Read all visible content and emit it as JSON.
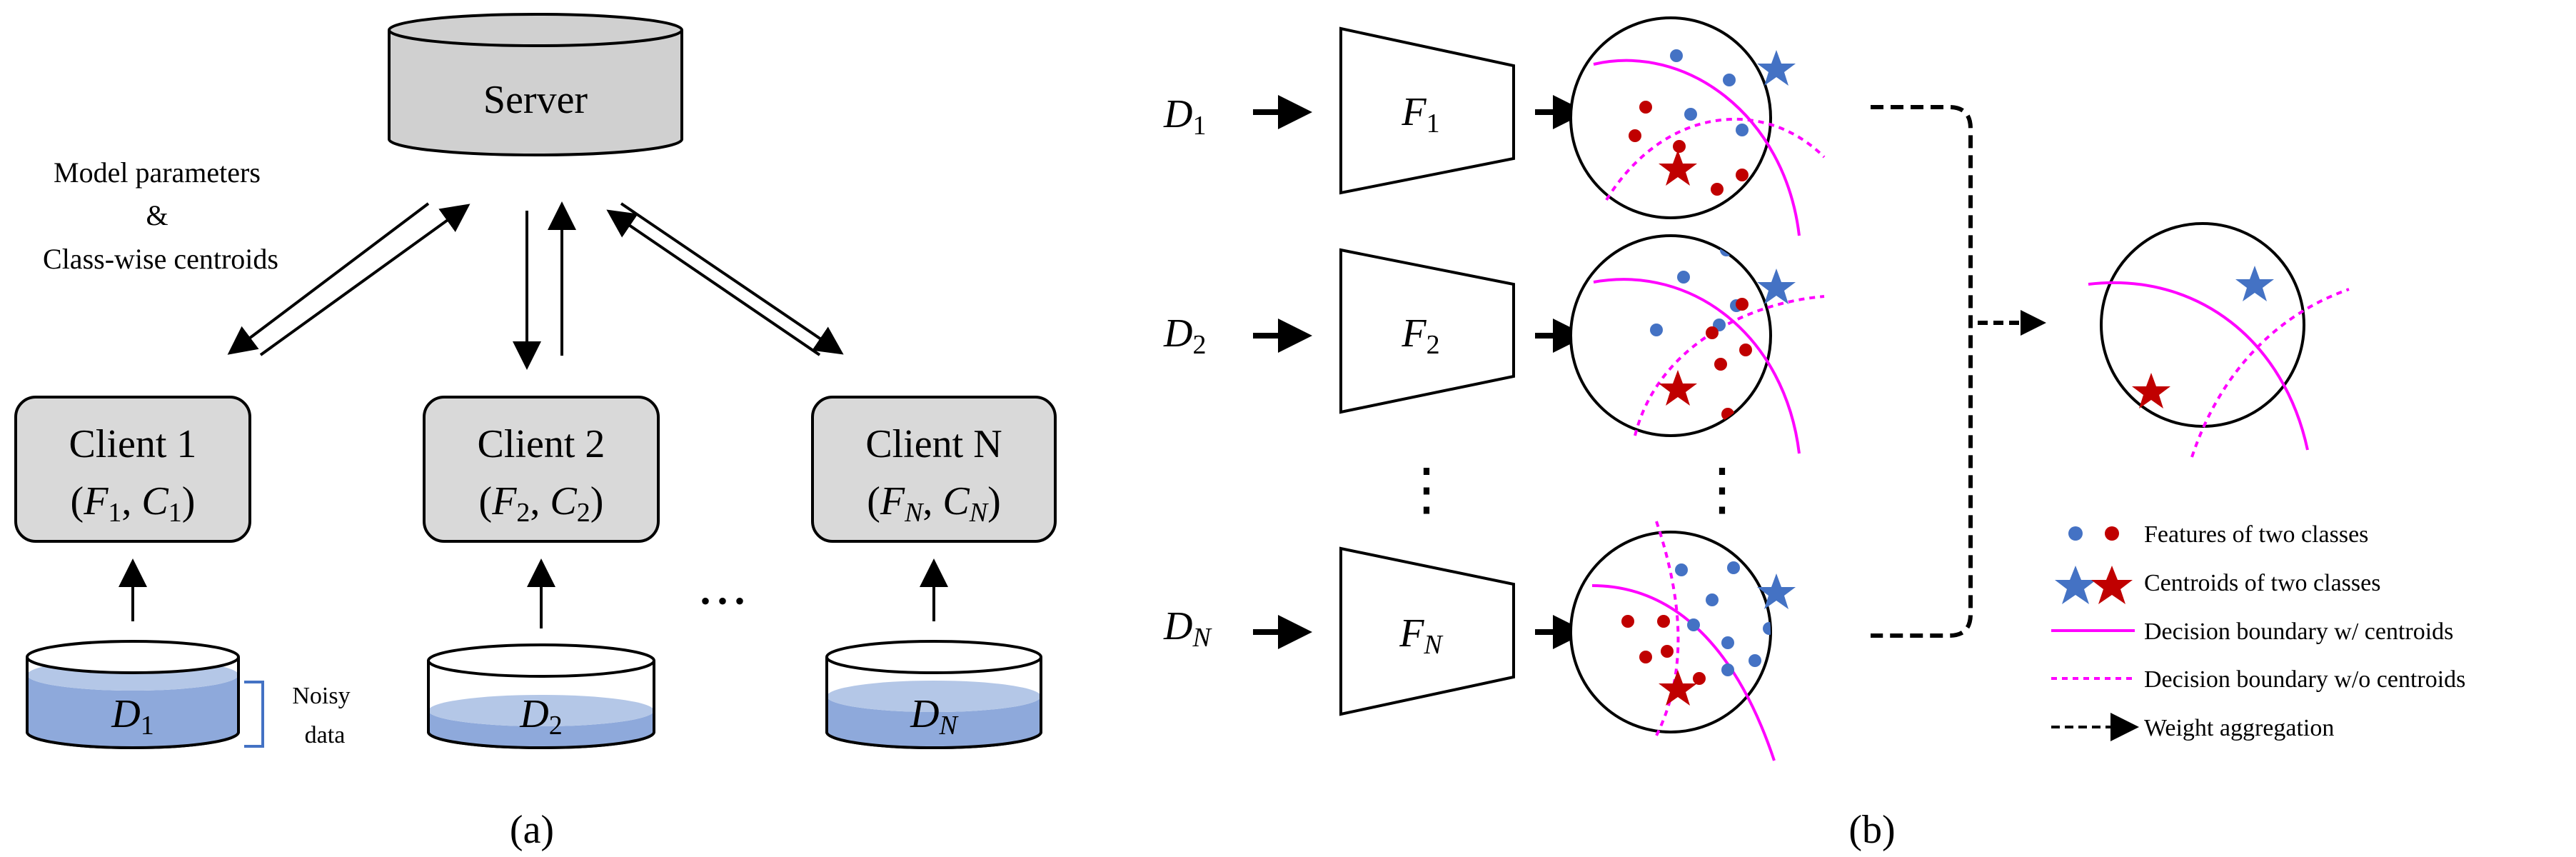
{
  "panel_a": {
    "server_label": "Server",
    "comm_label": {
      "line1": "Model parameters",
      "line2": "&",
      "line3": "Class-wise centroids"
    },
    "clients": [
      {
        "name": "Client 1",
        "F": "F",
        "C": "C",
        "sub": "1"
      },
      {
        "name": "Client 2",
        "F": "F",
        "C": "C",
        "sub": "2"
      },
      {
        "name": "Client N",
        "F": "F",
        "C": "C",
        "sub": "N"
      }
    ],
    "datasets": [
      {
        "D": "D",
        "sub": "1"
      },
      {
        "D": "D",
        "sub": "2"
      },
      {
        "D": "D",
        "sub": "N"
      }
    ],
    "ellipsis": "• • •",
    "noisy_label": {
      "line1": "Noisy",
      "line2": "data"
    },
    "caption": "(a)"
  },
  "panel_b": {
    "rows": [
      {
        "D": "D",
        "F": "F",
        "sub": "1"
      },
      {
        "D": "D",
        "F": "F",
        "sub": "2"
      },
      {
        "D": "D",
        "F": "F",
        "sub": "N"
      }
    ],
    "vdots": "⋮",
    "legend": {
      "features": "Features of two classes",
      "centroids": "Centroids of two classes",
      "boundary_with": "Decision boundary w/ centroids",
      "boundary_without": "Decision boundary w/o centroids",
      "aggregation": "Weight aggregation"
    },
    "caption": "(b)"
  },
  "colors": {
    "server_fill": "#d0d0d0",
    "client_fill": "#d9d9d9",
    "water": "#8ea9db",
    "water_top": "#b4c7e7",
    "blue_dot": "#4472c4",
    "red_dot": "#c00000",
    "magenta": "#ff00ff",
    "bracket": "#4472c4"
  }
}
